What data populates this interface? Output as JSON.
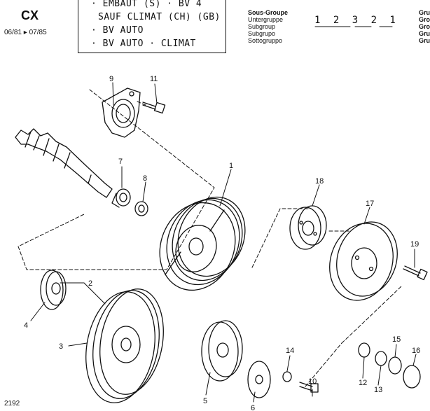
{
  "header": {
    "model": "CX",
    "dates": "06/81 ▸ 07/85",
    "applicability": [
      "· EMBAUT (S) · BV 4",
      "SAUF CLIMAT (CH) (GB)",
      "· BV AUTO",
      "· BV AUTO · CLIMAT"
    ],
    "subgroup_labels": [
      "Sous-Groupe",
      "Untergruppe",
      "Subgroup",
      "Subgrupo",
      "Sottogruppo"
    ],
    "subgroup_code": "1 2 3   2 1",
    "group_labels": [
      "Gru",
      "Gro",
      "Gro",
      "Gru",
      "Gru"
    ]
  },
  "figure_number": "2192",
  "part_labels": [
    "1",
    "2",
    "3",
    "4",
    "5",
    "6",
    "7",
    "8",
    "9",
    "10",
    "11",
    "12",
    "13",
    "14",
    "15",
    "16",
    "17",
    "18",
    "19"
  ]
}
